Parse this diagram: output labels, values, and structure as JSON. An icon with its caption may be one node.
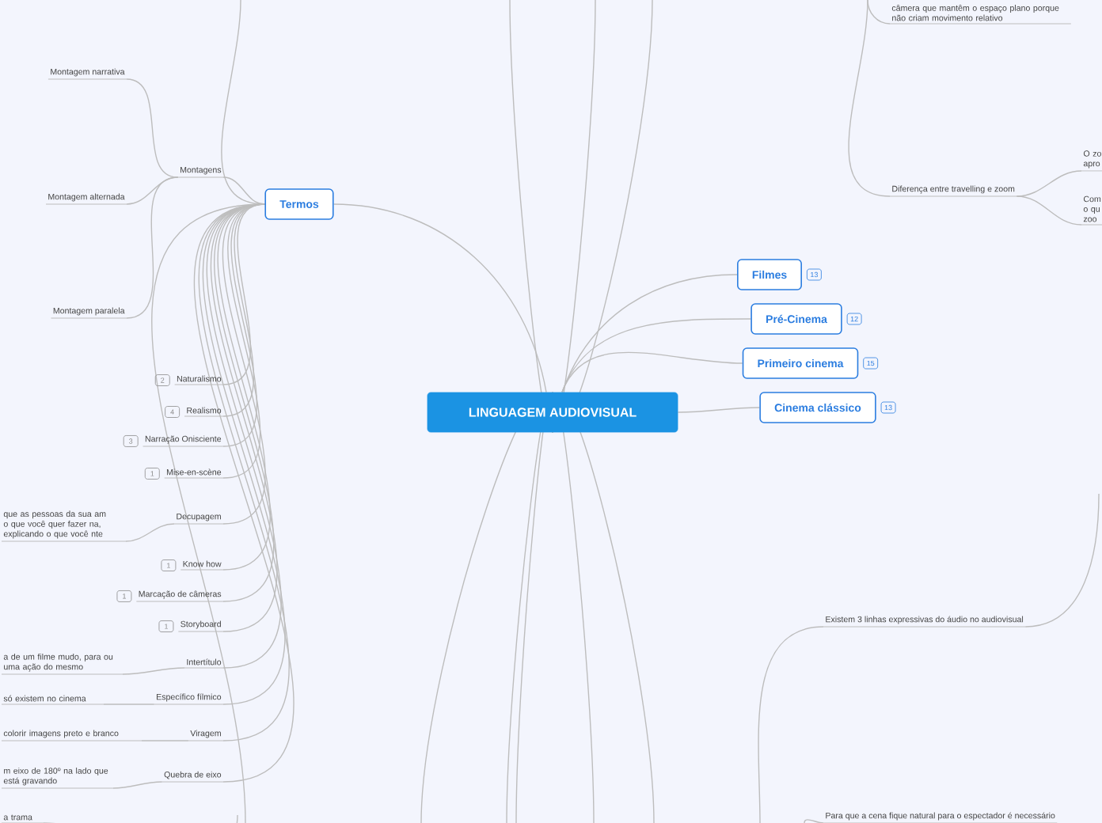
{
  "diagram": {
    "nodes": [
      {
        "text": [
          "LINGUAGEM AUDIOVISUAL"
        ]
      },
      {
        "text": [
          "Termos"
        ]
      },
      {
        "text": [
          "Filmes"
        ],
        "beside": [
          "13"
        ]
      },
      {
        "text": [
          "Pré-Cinema"
        ],
        "beside": [
          "12"
        ]
      },
      {
        "text": [
          "Primeiro cinema"
        ],
        "beside": [
          "15"
        ]
      },
      {
        "text": [
          "Cinema clássico"
        ],
        "beside": [
          "13"
        ]
      },
      {
        "text": [
          "Montagens"
        ]
      },
      {
        "text": [
          "Montagem narrativa"
        ]
      },
      {
        "text": [
          "Montagem alternada"
        ]
      },
      {
        "text": [
          "Montagem paralela"
        ]
      },
      {
        "text": [
          "Naturalismo"
        ],
        "beside": [
          "2"
        ]
      },
      {
        "text": [
          "Realismo"
        ],
        "beside": [
          "4"
        ]
      },
      {
        "text": [
          "Narração Onisciente"
        ],
        "beside": [
          "3"
        ]
      },
      {
        "text": [
          "Mise-en-scène"
        ],
        "beside": [
          "1"
        ]
      },
      {
        "text": [
          "Decupagem"
        ]
      },
      {
        "text": [
          "que as pessoas da sua am o que você quer fazer na, explicando o que você nte"
        ]
      },
      {
        "text": [
          "Know how"
        ],
        "beside": [
          "1"
        ]
      },
      {
        "text": [
          "Marcação de câmeras"
        ],
        "beside": [
          "1"
        ]
      },
      {
        "text": [
          "Storyboard"
        ],
        "beside": [
          "1"
        ]
      },
      {
        "text": [
          "Intertítulo"
        ]
      },
      {
        "text": [
          "a de um filme mudo, para ou uma ação do mesmo"
        ]
      },
      {
        "text": [
          "Específico fílmico"
        ]
      },
      {
        "text": [
          "só existem no cinema"
        ]
      },
      {
        "text": [
          "Viragem"
        ]
      },
      {
        "text": [
          "colorir imagens preto e branco"
        ]
      },
      {
        "text": [
          "Quebra de eixo"
        ]
      },
      {
        "text": [
          "m eixo de 180º na lado que está gravando"
        ]
      },
      {
        "text": [
          "a trama"
        ]
      },
      {
        "text": [
          "câmera que mantêm o espaço plano porque não criam movimento relativo"
        ]
      },
      {
        "text": [
          "Diferença entre travelling e zoom"
        ]
      },
      {
        "text": [
          "O zo apro"
        ]
      },
      {
        "text": [
          "Com o qu zoo"
        ]
      },
      {
        "text": [
          "Existem 3 linhas expressivas do áudio no audiovisual"
        ]
      },
      {
        "text": [
          "Para que a cena fique natural para o espectador é necessário"
        ]
      }
    ],
    "edges": [
      {
        "from": 0,
        "to": 1,
        "arrow": "none"
      },
      {
        "from": 0,
        "to": 2,
        "arrow": "none"
      },
      {
        "from": 0,
        "to": 3,
        "arrow": "none"
      },
      {
        "from": 0,
        "to": 4,
        "arrow": "none"
      },
      {
        "from": 0,
        "to": 5,
        "arrow": "none"
      },
      {
        "from": 1,
        "to": 6,
        "arrow": "none"
      },
      {
        "from": 6,
        "to": 7,
        "arrow": "none"
      },
      {
        "from": 6,
        "to": 8,
        "arrow": "none"
      },
      {
        "from": 6,
        "to": 9,
        "arrow": "none"
      },
      {
        "from": 1,
        "to": 10,
        "arrow": "none"
      },
      {
        "from": 1,
        "to": 11,
        "arrow": "none"
      },
      {
        "from": 1,
        "to": 12,
        "arrow": "none"
      },
      {
        "from": 1,
        "to": 13,
        "arrow": "none"
      },
      {
        "from": 1,
        "to": 14,
        "arrow": "none"
      },
      {
        "from": 14,
        "to": 15,
        "arrow": "none"
      },
      {
        "from": 1,
        "to": 16,
        "arrow": "none"
      },
      {
        "from": 1,
        "to": 17,
        "arrow": "none"
      },
      {
        "from": 1,
        "to": 18,
        "arrow": "none"
      },
      {
        "from": 1,
        "to": 19,
        "arrow": "none"
      },
      {
        "from": 19,
        "to": 20,
        "arrow": "none"
      },
      {
        "from": 1,
        "to": 21,
        "arrow": "none"
      },
      {
        "from": 21,
        "to": 22,
        "arrow": "none"
      },
      {
        "from": 1,
        "to": 23,
        "arrow": "none"
      },
      {
        "from": 23,
        "to": 24,
        "arrow": "none"
      },
      {
        "from": 1,
        "to": 25,
        "arrow": "none"
      },
      {
        "from": 25,
        "to": 26,
        "arrow": "none"
      },
      {
        "from": null,
        "to": 27,
        "arrow": "none"
      },
      {
        "from": 0,
        "to": null,
        "arrow": "none"
      },
      {
        "from": 0,
        "to": null,
        "arrow": "none"
      },
      {
        "from": 0,
        "to": null,
        "arrow": "none"
      },
      {
        "from": 0,
        "to": null,
        "arrow": "none"
      },
      {
        "from": 0,
        "to": null,
        "arrow": "none"
      },
      {
        "from": 0,
        "to": null,
        "arrow": "none"
      },
      {
        "from": 0,
        "to": null,
        "arrow": "none"
      },
      {
        "from": 0,
        "to": null,
        "arrow": "none"
      },
      {
        "from": 1,
        "to": null,
        "arrow": "none"
      },
      {
        "from": 1,
        "to": null,
        "arrow": "none"
      },
      {
        "from": null,
        "to": 28,
        "arrow": "none"
      },
      {
        "from": null,
        "to": 29,
        "arrow": "none"
      },
      {
        "from": 29,
        "to": 30,
        "arrow": "none"
      },
      {
        "from": 29,
        "to": 31,
        "arrow": "none"
      },
      {
        "from": null,
        "to": 32,
        "arrow": "none"
      },
      {
        "from": 32,
        "to": null,
        "arrow": "none"
      },
      {
        "from": null,
        "to": 33,
        "arrow": "none"
      }
    ]
  }
}
